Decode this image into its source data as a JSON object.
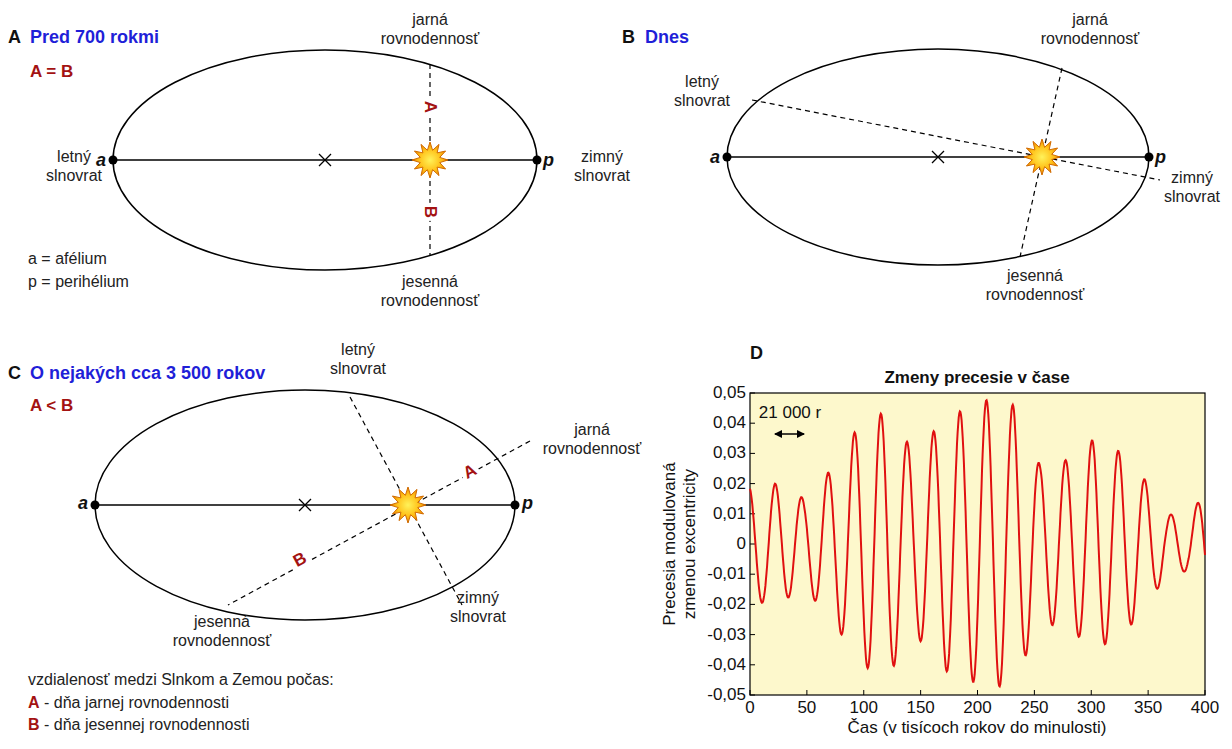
{
  "diagram": {
    "labels": [
      "A",
      "Pred 700 rokmi",
      "A = B",
      "jarná rovnodennosť",
      "A",
      "letný slnovrat",
      "a",
      "p",
      "zimný slnovrat",
      "B",
      "jesenná rovnodennosť",
      "a = afélium",
      "p = perihélium",
      "B",
      "Dnes",
      "jarná rovnodennosť",
      "letný slnovrat",
      "a",
      "p",
      "zimný slnovrat",
      "jesenná rovnodennosť",
      "C",
      "O nejakých cca 3 500 rokov",
      "A < B",
      "letný slnovrat",
      "jarná rovnodennosť",
      "A",
      "a",
      "p",
      "B",
      "zimný slnovrat",
      "jesenná rovnodennosť",
      "vzdialenosť medzi Slnkom a Zemou počas:",
      "A",
      "- dňa jarnej rovnodennosti",
      "B",
      "- dňa jesennej rovnodennosti",
      "D",
      "Zmeny precesie v čase",
      "21 000 r",
      "Precesia modulovaná zmenou excentricity",
      "0,05",
      "0,04",
      "0,03",
      "0,02",
      "0,01",
      "0",
      "-0,01",
      "-0,02",
      "-0,03",
      "-0,04",
      "-0,05",
      "0",
      "50",
      "100",
      "150",
      "200",
      "250",
      "300",
      "350",
      "400",
      "Čas (v tisícoch rokov do minulosti)"
    ]
  }
}
